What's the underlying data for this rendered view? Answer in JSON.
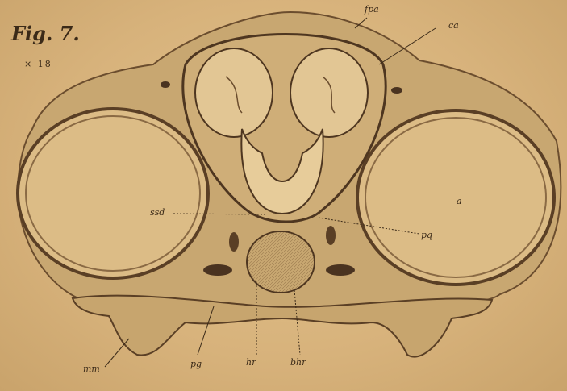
{
  "figure": {
    "title": "Fig. 7.",
    "scale": "× 18",
    "colors": {
      "paper": "#d9b57f",
      "ink": "#3b2a18",
      "tissue": "#bf9f6c",
      "tissue_dark": "#7a5a38"
    },
    "labels": {
      "top_center": "fpa",
      "top_right": "ca",
      "left_mid": "ssd",
      "right_mid": "pq",
      "eye": "a",
      "bottom_1": "mm",
      "bottom_2": "pg",
      "bottom_3": "hr",
      "bottom_4": "bhr"
    }
  }
}
